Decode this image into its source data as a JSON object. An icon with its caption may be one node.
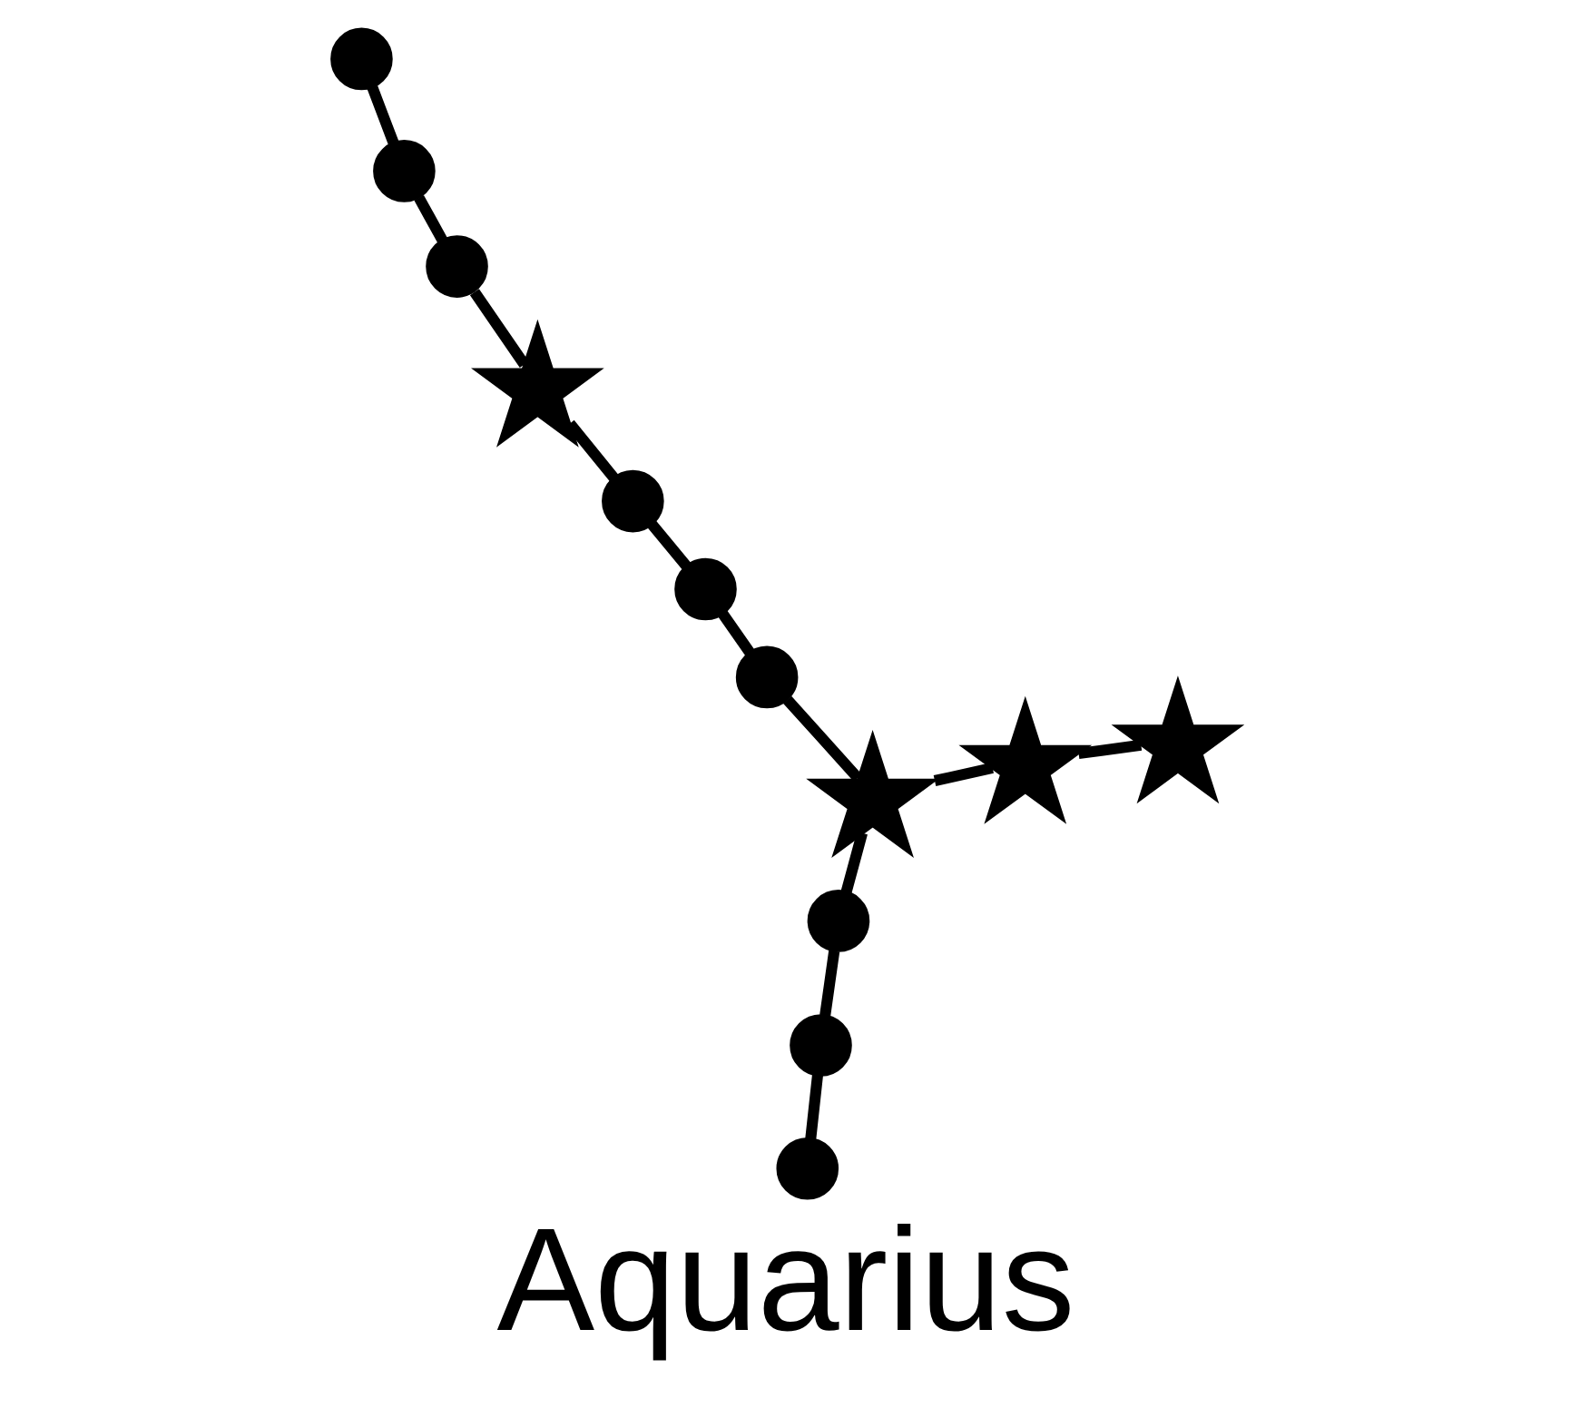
{
  "diagram": {
    "caption": "Aquarius",
    "nodes": [
      {
        "text": [],
        "shape": "star"
      },
      {
        "text": [],
        "shape": "circle"
      },
      {
        "text": [],
        "shape": "circle"
      },
      {
        "text": [],
        "shape": "circle"
      },
      {
        "text": [],
        "shape": "circle"
      },
      {
        "text": [],
        "shape": "circle"
      },
      {
        "text": [],
        "shape": "circle"
      },
      {
        "text": [],
        "shape": "circle"
      },
      {
        "text": [],
        "shape": "circle"
      },
      {
        "text": [],
        "shape": "star"
      },
      {
        "text": [],
        "shape": "circle"
      },
      {
        "text": [],
        "shape": "star"
      },
      {
        "text": [],
        "shape": "star"
      }
    ],
    "edges": [
      {
        "from": 0,
        "to": 4,
        "arrow": "none"
      },
      {
        "from": 4,
        "to": 5,
        "arrow": "none"
      },
      {
        "from": 5,
        "to": 6,
        "arrow": "none"
      },
      {
        "from": 6,
        "to": 9,
        "arrow": "none"
      },
      {
        "from": 9,
        "to": 11,
        "arrow": "none"
      },
      {
        "from": 11,
        "to": 12,
        "arrow": "none"
      },
      {
        "from": 9,
        "to": 7,
        "arrow": "none"
      },
      {
        "from": 7,
        "to": 8,
        "arrow": "none"
      },
      {
        "from": 8,
        "to": 10,
        "arrow": "none"
      },
      {
        "from": 0,
        "to": 2,
        "arrow": "none"
      },
      {
        "from": 2,
        "to": 3,
        "arrow": "none"
      },
      {
        "from": 3,
        "to": 1,
        "arrow": "none"
      }
    ]
  }
}
